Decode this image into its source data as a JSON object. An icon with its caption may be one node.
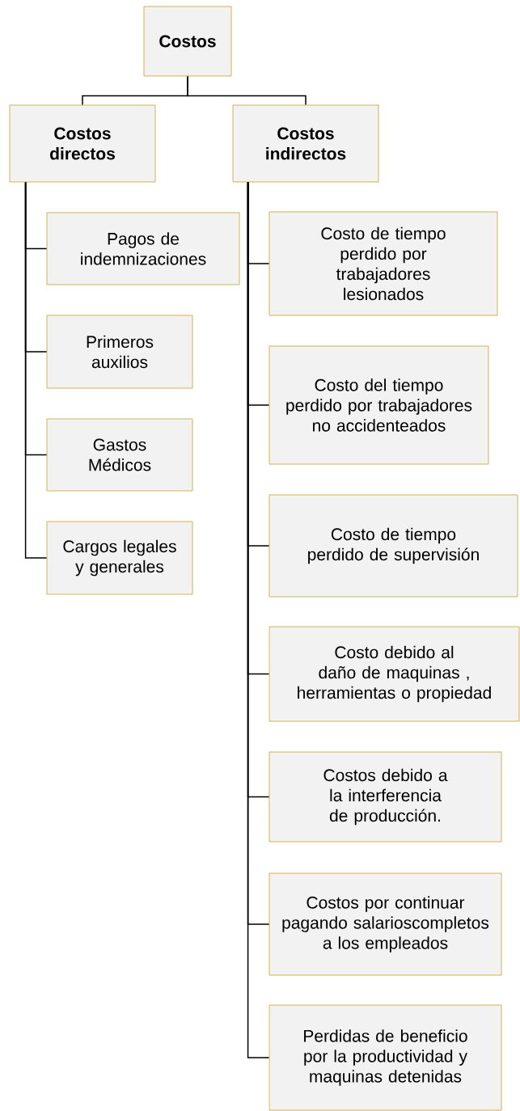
{
  "diagram": {
    "nodes": [
      {
        "text": [
          "Costos"
        ]
      },
      {
        "text": [
          "Costos directos"
        ]
      },
      {
        "text": [
          "Costos indirectos"
        ]
      },
      {
        "text": [
          "Pagos de indemnizaciones"
        ]
      },
      {
        "text": [
          "Primeros auxilios"
        ]
      },
      {
        "text": [
          "Gastos Médicos"
        ]
      },
      {
        "text": [
          "Cargos legales y generales"
        ]
      },
      {
        "text": [
          "Costo de tiempo perdido por trabajadores lesionados"
        ]
      },
      {
        "text": [
          "Costo del tiempo perdido por trabajadores no accidenteados"
        ]
      },
      {
        "text": [
          "Costo de tiempo perdido de supervisión"
        ]
      },
      {
        "text": [
          "Costo debido al daño de maquinas , herramientas o propiedad"
        ]
      },
      {
        "text": [
          "Costos debido a la interferencia de producción."
        ]
      },
      {
        "text": [
          "Costos por continuar pagando salarioscompletos a los empleados"
        ]
      },
      {
        "text": [
          "Perdidas de beneficio por la productividad y maquinas detenidas"
        ]
      }
    ],
    "edges": [
      {
        "from": 0,
        "to": 1,
        "arrow": "none"
      },
      {
        "from": 0,
        "to": 2,
        "arrow": "none"
      },
      {
        "from": 1,
        "to": 3,
        "arrow": "none"
      },
      {
        "from": 1,
        "to": 4,
        "arrow": "none"
      },
      {
        "from": 1,
        "to": 5,
        "arrow": "none"
      },
      {
        "from": 1,
        "to": 6,
        "arrow": "none"
      },
      {
        "from": 2,
        "to": 7,
        "arrow": "none"
      },
      {
        "from": 2,
        "to": 8,
        "arrow": "none"
      },
      {
        "from": 2,
        "to": 9,
        "arrow": "none"
      },
      {
        "from": 2,
        "to": 10,
        "arrow": "none"
      },
      {
        "from": 2,
        "to": 11,
        "arrow": "none"
      },
      {
        "from": 2,
        "to": 12,
        "arrow": "none"
      },
      {
        "from": 2,
        "to": 13,
        "arrow": "none"
      }
    ]
  }
}
